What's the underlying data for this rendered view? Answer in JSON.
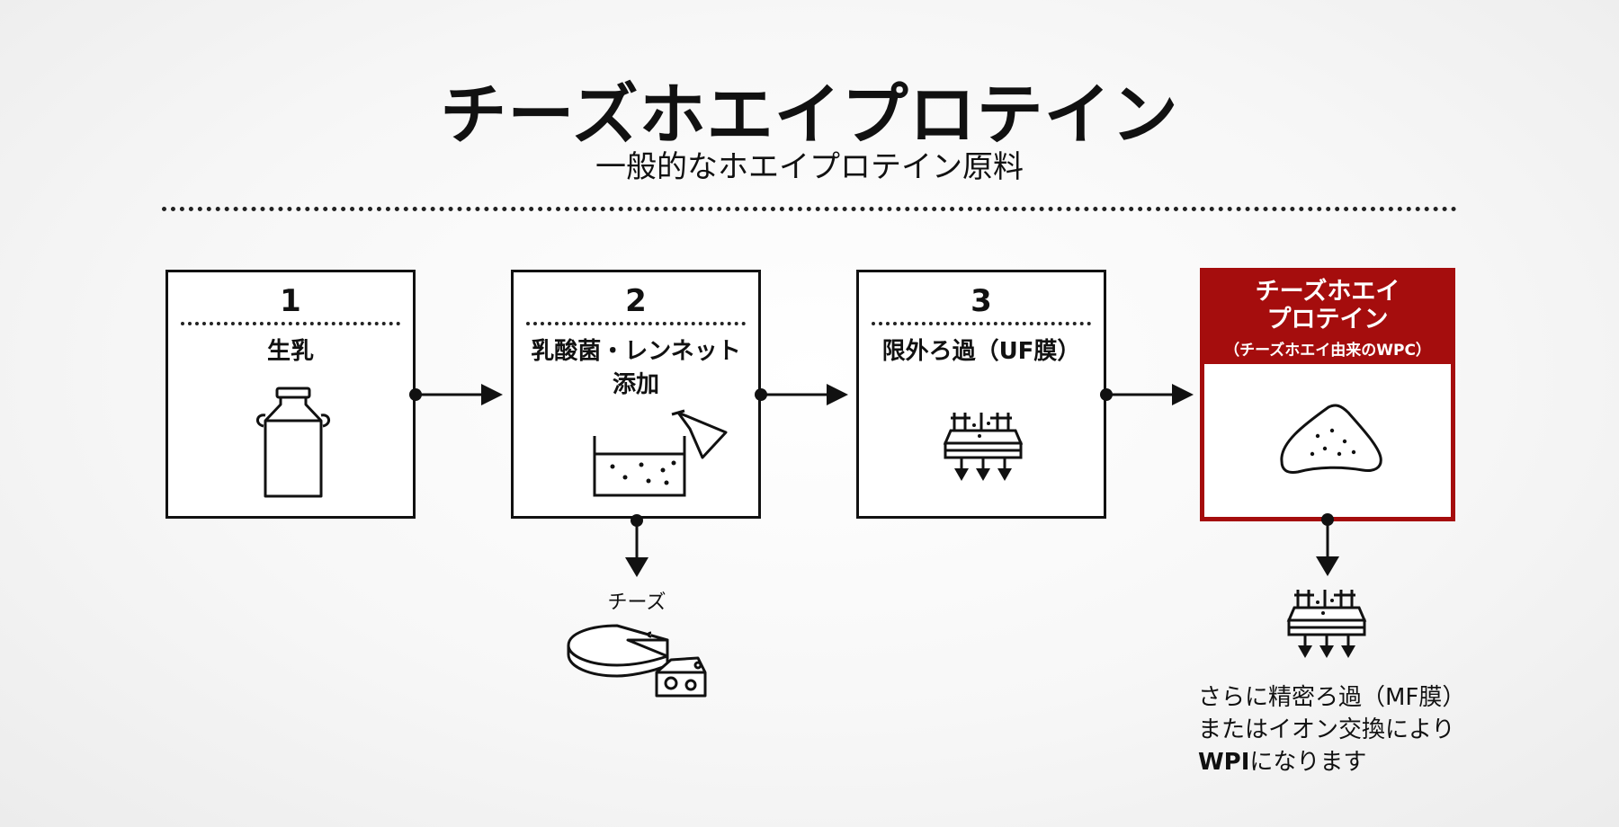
{
  "header": {
    "title": "チーズホエイプロテイン",
    "subtitle": "一般的なホエイプロテイン原料"
  },
  "steps": [
    {
      "number": "1",
      "label": "生乳"
    },
    {
      "number": "2",
      "label": "乳酸菌・レンネット\n添加"
    },
    {
      "number": "3",
      "label": "限外ろ過（UF膜）"
    }
  ],
  "final": {
    "title": "チーズホエイ\nプロテイン",
    "subtitle": "（チーズホエイ由来のWPC）"
  },
  "byproduct": {
    "label": "チーズ"
  },
  "note": {
    "line1": "さらに精密ろ過（MF膜）",
    "line2": "またはイオン交換により",
    "line3_bold": "WPI",
    "line3_rest": "になります"
  },
  "colors": {
    "accent": "#a50d0d",
    "ink": "#111111"
  },
  "icons": [
    "milk-can-icon",
    "bacteria-tank-icon",
    "flask-icon",
    "filter-membrane-icon",
    "powder-pile-icon",
    "cheese-icon"
  ]
}
